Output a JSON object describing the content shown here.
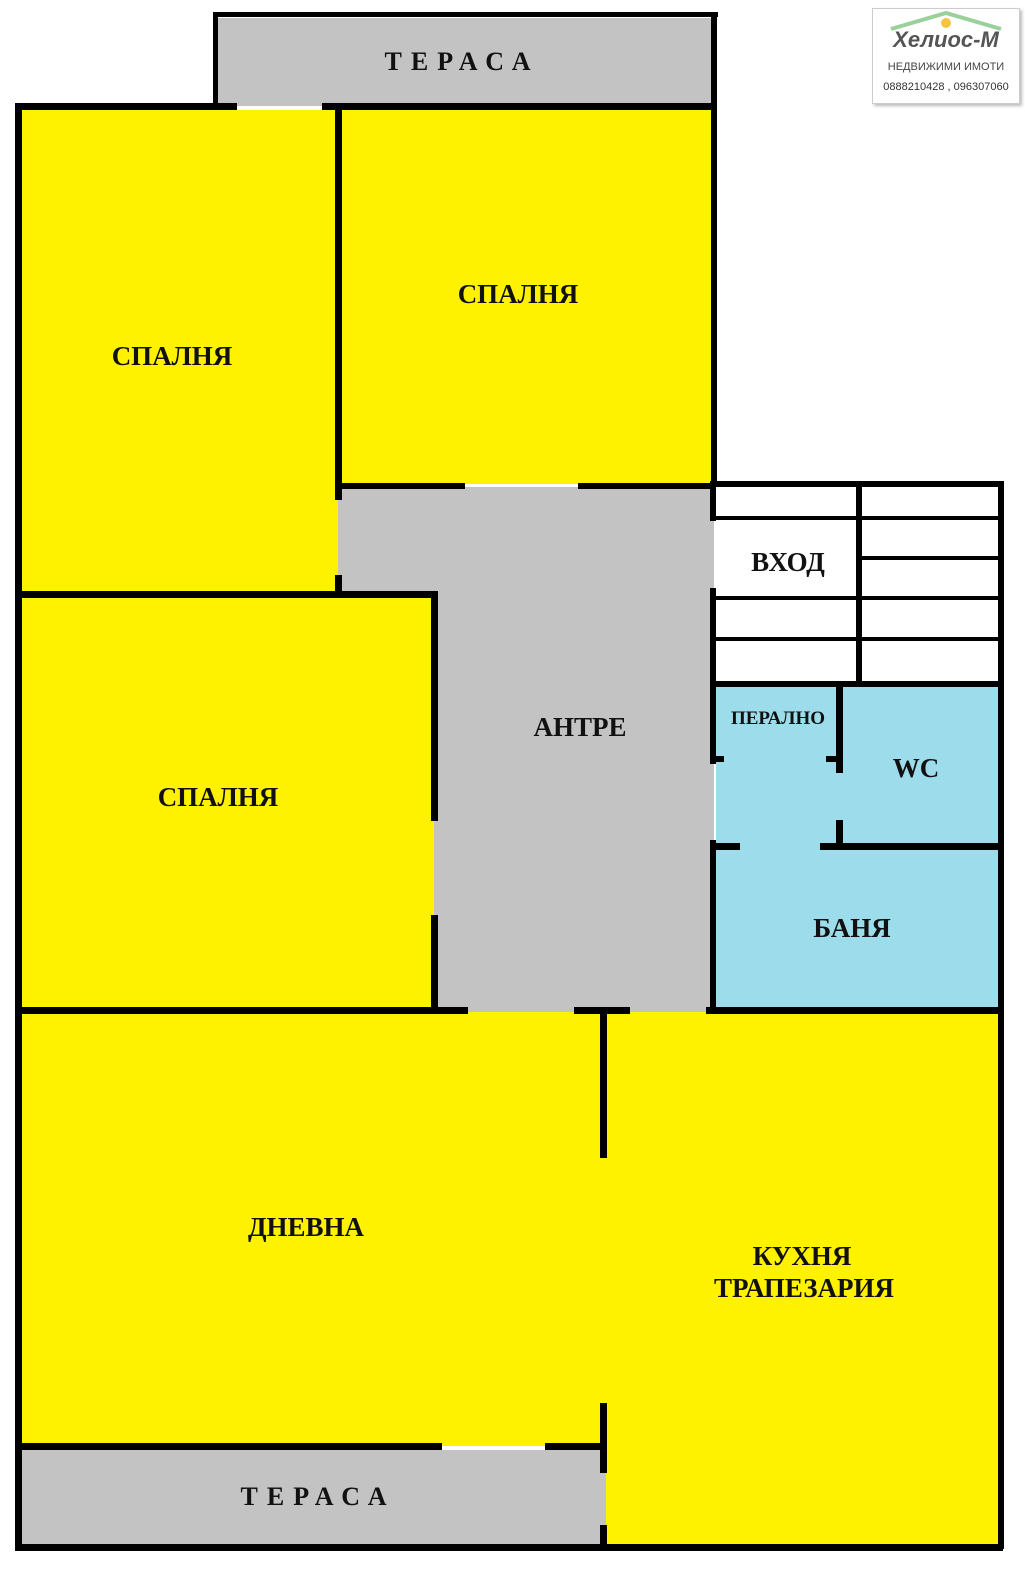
{
  "logo": {
    "brand": "Хелиос-М",
    "subtitle": "НЕДВИЖИМИ ИМОТИ",
    "phones": "0888210428 , 096307060",
    "accent": "#4caf50"
  },
  "rooms": {
    "terrace_top": "ТЕРАСА",
    "bedroom_left": "СПАЛНЯ",
    "bedroom_right": "СПАЛНЯ",
    "bedroom_middle": "СПАЛНЯ",
    "entrance": "ВХОД",
    "hall": "АНТРЕ",
    "laundry": "ПЕРАЛНО",
    "wc": "WC",
    "bathroom": "БАНЯ",
    "living": "ДНЕВНА",
    "kitchen_line1": "КУХНЯ",
    "kitchen_line2": "ТРАПЕЗАРИЯ",
    "terrace_bottom": "ТЕРАСА"
  },
  "colors": {
    "room": "#fff200",
    "circulation": "#c3c3c3",
    "wet": "#9ddcea",
    "wall": "#000000"
  }
}
